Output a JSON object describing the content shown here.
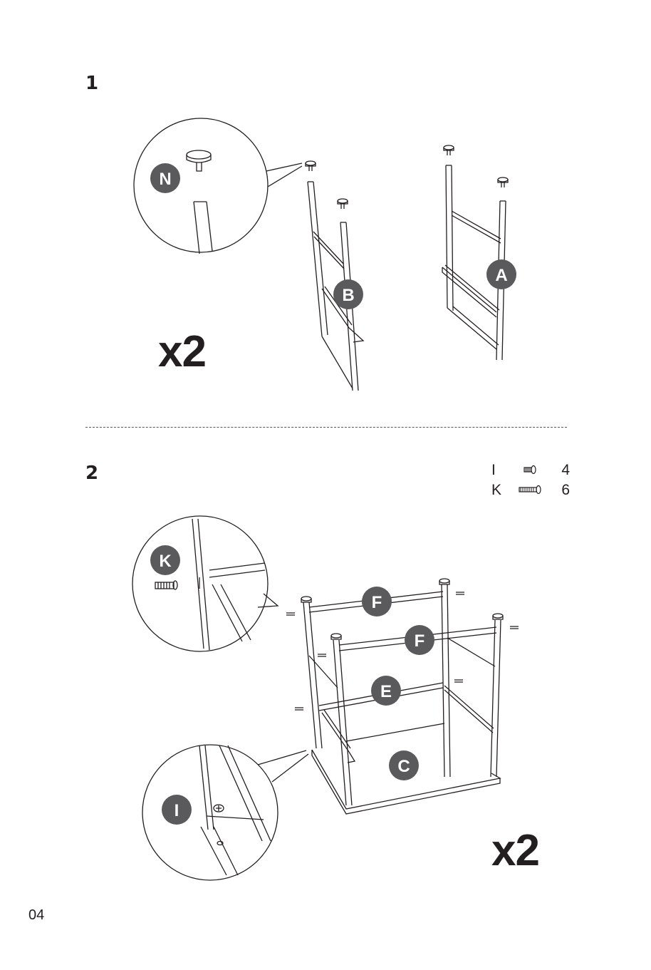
{
  "steps": [
    {
      "number": "1",
      "multiplier": "x2",
      "labels": {
        "a": "A",
        "b": "B",
        "n": "N"
      }
    },
    {
      "number": "2",
      "multiplier": "x2",
      "labels": {
        "c": "C",
        "e": "E",
        "f1": "F",
        "f2": "F",
        "k": "K",
        "i": "I"
      },
      "hardware": [
        {
          "letter": "I",
          "count": "4",
          "icon": "short-bolt-icon"
        },
        {
          "letter": "K",
          "count": "6",
          "icon": "long-bolt-icon"
        }
      ]
    }
  ],
  "page_number": "04",
  "colors": {
    "ink": "#231f20",
    "badge": "#5a5a5c",
    "badge_text": "#ffffff"
  }
}
